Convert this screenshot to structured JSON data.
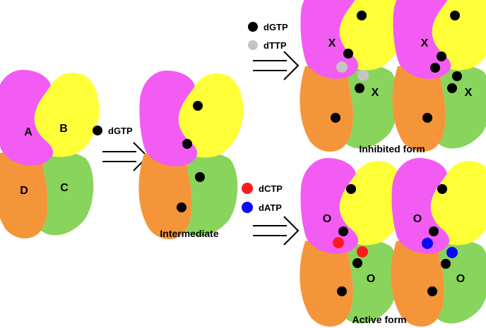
{
  "subunit_labels": {
    "a": "A",
    "b": "B",
    "c": "C",
    "d": "D"
  },
  "steps": {
    "first": {
      "ligand": "dGTP"
    },
    "inhibited_path": {
      "ligands": [
        "dGTP",
        "dTTP"
      ]
    },
    "active_path": {
      "ligands": [
        "dCTP",
        "dATP"
      ]
    }
  },
  "states": {
    "intermediate": "Intermediate",
    "inhibited": "Inhibited form",
    "active": "Active form"
  },
  "site_marks": {
    "inhibited": "X",
    "active": "O"
  },
  "colors": {
    "subunit_a": "#f25cf2",
    "subunit_b": "#ffff38",
    "subunit_c": "#88d45c",
    "subunit_d": "#f5953a",
    "dgtp": "#000000",
    "dttp": "#c4c4c4",
    "dctp": "#ff1a1a",
    "datp": "#0a0af2"
  }
}
